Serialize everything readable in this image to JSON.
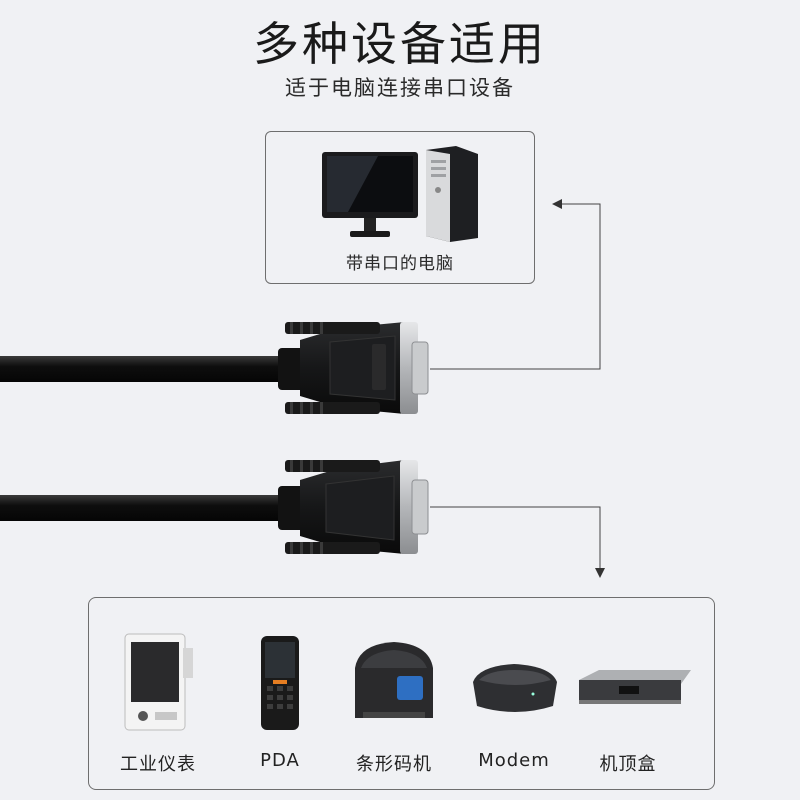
{
  "header": {
    "title": "多种设备适用",
    "subtitle": "适于电脑连接串口设备"
  },
  "computer_box": {
    "label": "带串口的电脑",
    "icon": "desktop-computer-icon"
  },
  "devices": [
    {
      "label": "工业仪表",
      "icon": "industrial-meter-icon"
    },
    {
      "label": "PDA",
      "icon": "pda-icon"
    },
    {
      "label": "条形码机",
      "icon": "barcode-printer-icon"
    },
    {
      "label": "Modem",
      "icon": "modem-icon"
    },
    {
      "label": "机顶盒",
      "icon": "set-top-box-icon"
    }
  ],
  "colors": {
    "background": "#f0f1f4",
    "cable": "#111111",
    "border": "#6e6e6e"
  }
}
